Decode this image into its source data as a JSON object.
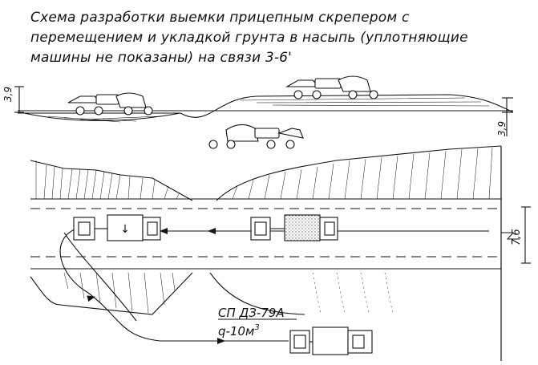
{
  "title_lines": [
    "Схема разработки выемки прицепным скрепером с",
    "перемещением и укладкой грунта в насыпь (уплотняющие",
    "машины не показаны) на связи 3-6'"
  ],
  "dimensions": {
    "left_height": "3,9",
    "right_height": "3,9",
    "road_width": "7,6"
  },
  "machine": {
    "model": "СП ДЗ-79А",
    "capacity_prefix": "q-10м",
    "capacity_superscript": "3"
  },
  "icons": {
    "unload_arrow": "↓"
  }
}
